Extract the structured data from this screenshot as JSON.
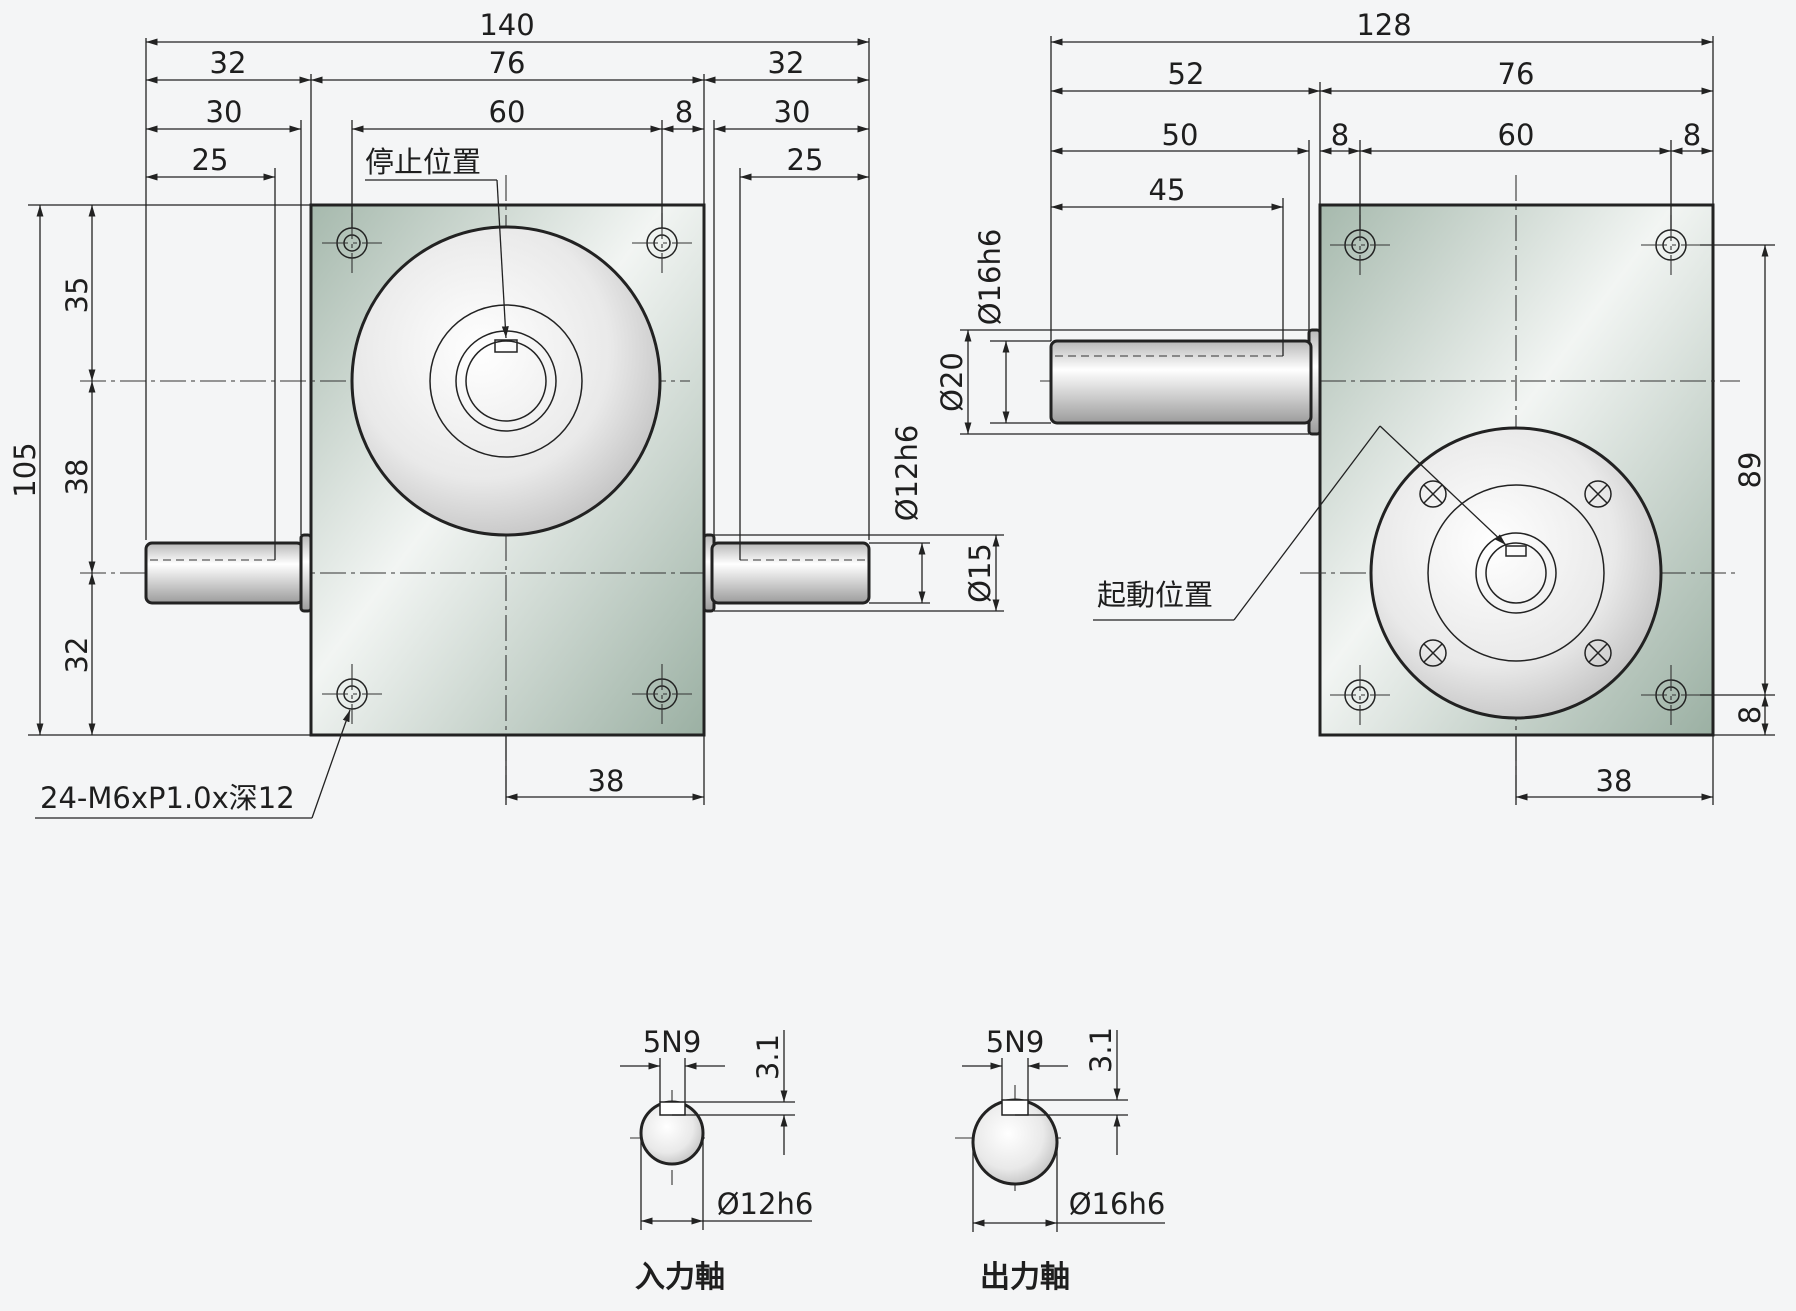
{
  "front_view": {
    "dims": {
      "overall_width": "140",
      "left_shaft": "32",
      "body_width": "76",
      "right_shaft": "32",
      "left_30": "30",
      "hole_spacing": "60",
      "edge_8": "8",
      "right_30": "30",
      "left_25": "25",
      "right_25": "25",
      "total_height": "105",
      "upper_35": "35",
      "middle_38": "38",
      "lower_32": "32",
      "bottom_38": "38",
      "shaft_dia_12": "Ø12h6",
      "shoulder_dia_15": "Ø15"
    },
    "labels": {
      "stop_position": "停止位置",
      "tap_holes": "24-M6xP1.0x深12"
    }
  },
  "side_view": {
    "dims": {
      "overall_width": "128",
      "shaft_52": "52",
      "body_76": "76",
      "shaft_50": "50",
      "edge_8_left": "8",
      "hole_spacing_60": "60",
      "edge_8_right": "8",
      "shaft_45": "45",
      "shaft_dia_16": "Ø16h6",
      "shoulder_dia_20": "Ø20",
      "vertical_89": "89",
      "vertical_8": "8",
      "bottom_38": "38"
    },
    "labels": {
      "start_position": "起動位置"
    }
  },
  "key_details": [
    {
      "keyway": "5N9",
      "depth": "3.1",
      "diameter": "Ø12h6",
      "caption": "入力軸"
    },
    {
      "keyway": "5N9",
      "depth": "3.1",
      "diameter": "Ø16h6",
      "caption": "出力軸"
    }
  ],
  "colors": {
    "body_fill_light": "#e9eeeb",
    "body_fill_dark": "#9fb3a6",
    "background": "#f4f5f6",
    "line": "#222222"
  }
}
